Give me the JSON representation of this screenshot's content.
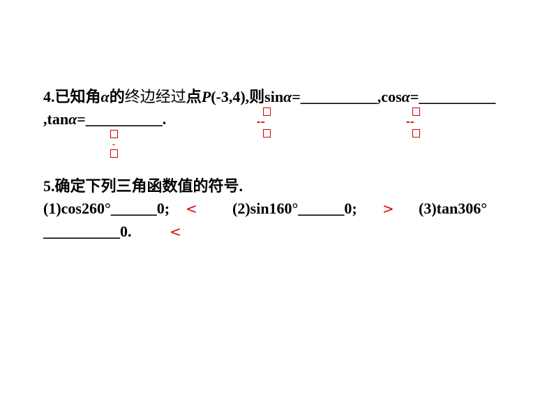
{
  "q4": {
    "prefix": "4.已知角",
    "alpha": "α",
    "mid": "的",
    "light": "终边经过",
    "point_label": "点",
    "point": "P",
    "coords": "(-3,4),则",
    "sin": "sin",
    "eq1": "=__________,cos",
    "eq2": "=__________",
    "line2_a": ",tan",
    "line2_b": "=__________.",
    "answers": [
      {
        "numerator": "□",
        "sign": "-",
        "denominator": "□"
      },
      {
        "numerator": "□",
        "sign": "-",
        "denominator": "□"
      },
      {
        "numerator": "□",
        "sign": "-",
        "denominator": "□"
      }
    ]
  },
  "q5": {
    "title": "5.确定下列三角函数值的符号.",
    "p1": "(1)cos260°______0;",
    "p2": "(2)sin160°______0;",
    "p3": "(3)tan306°",
    "line3": "__________0.",
    "answers": [
      "<",
      ">",
      "<"
    ]
  }
}
